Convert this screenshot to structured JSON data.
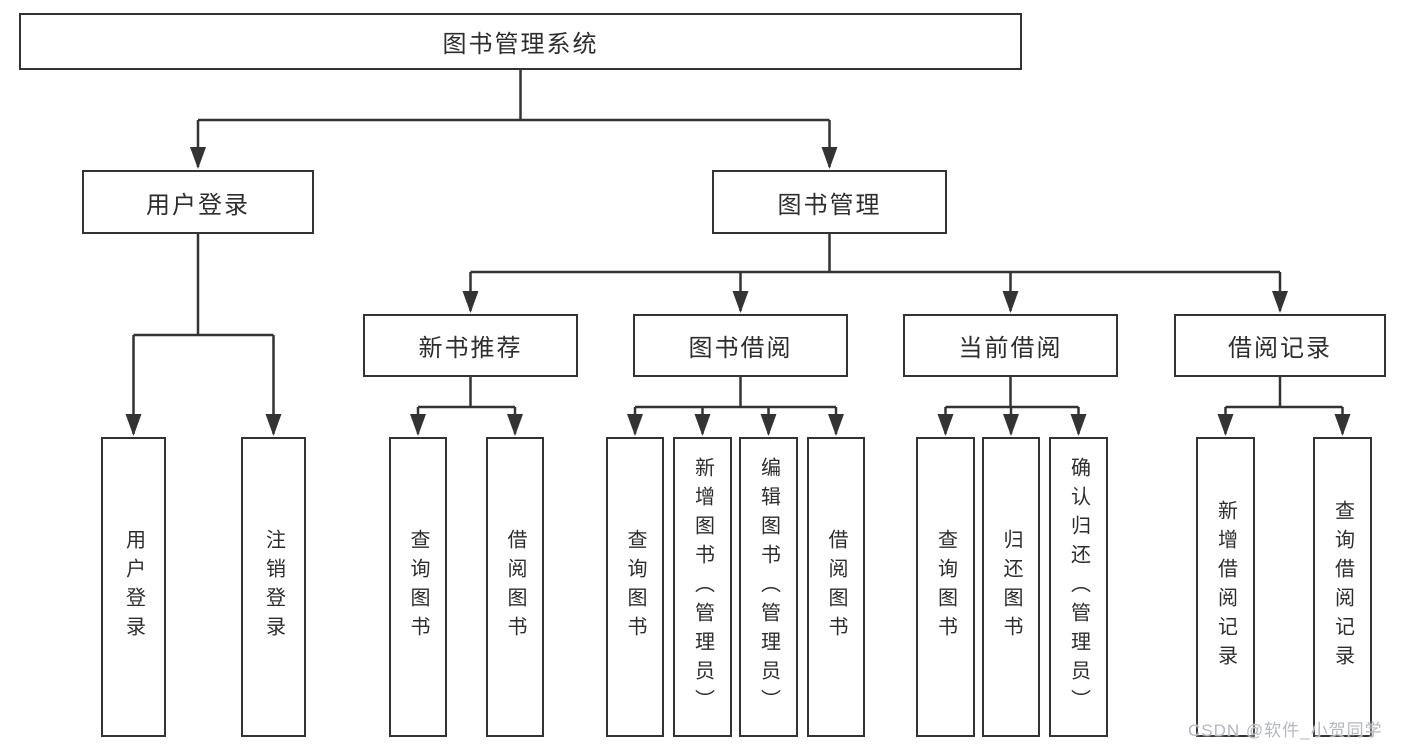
{
  "tree": {
    "root": {
      "label": "图书管理系统",
      "children": [
        {
          "label": "用户登录",
          "children": [
            {
              "label": "用户登录"
            },
            {
              "label": "注销登录"
            }
          ]
        },
        {
          "label": "图书管理",
          "children": [
            {
              "label": "新书推荐",
              "children": [
                {
                  "label": "查询图书"
                },
                {
                  "label": "借阅图书"
                }
              ]
            },
            {
              "label": "图书借阅",
              "children": [
                {
                  "label": "查询图书"
                },
                {
                  "label": "新增图书（管理员）"
                },
                {
                  "label": "编辑图书（管理员）"
                },
                {
                  "label": "借阅图书"
                }
              ]
            },
            {
              "label": "当前借阅",
              "children": [
                {
                  "label": "查询图书"
                },
                {
                  "label": "归还图书"
                },
                {
                  "label": "确认归还（管理员）"
                }
              ]
            },
            {
              "label": "借阅记录",
              "children": [
                {
                  "label": "新增借阅记录"
                },
                {
                  "label": "查询借阅记录"
                }
              ]
            }
          ]
        }
      ]
    }
  },
  "watermark": {
    "text": "CSDN @软件_小贺同学",
    "color": "#b4b7bc"
  },
  "colors": {
    "line": "#333333",
    "box_border": "#333333",
    "text": "#2d2d2d",
    "background": "#ffffff"
  }
}
